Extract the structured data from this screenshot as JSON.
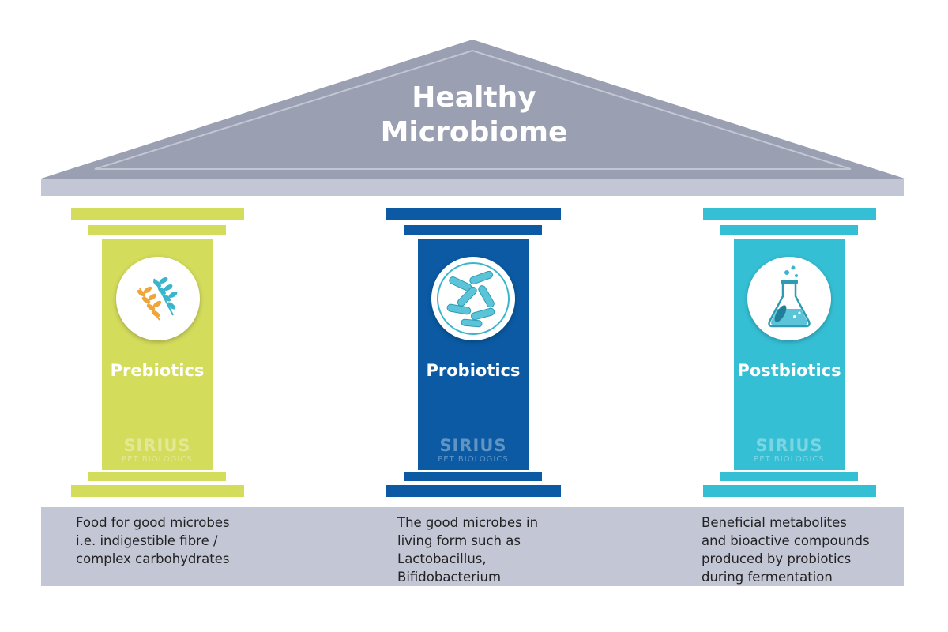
{
  "diagram": {
    "roof": {
      "title_line1": "Healthy",
      "title_line2": "Microbiome"
    },
    "pillars": [
      {
        "name": "Prebiotics",
        "icon": "wheat-icon",
        "description": [
          "Food for good microbes",
          "i.e. indigestible fibre /",
          "complex carbohydrates"
        ]
      },
      {
        "name": "Probiotics",
        "icon": "bacteria-dish-icon",
        "description": [
          "The good microbes in",
          "living form such as",
          "Lactobacillus,",
          "Bifidobacterium"
        ]
      },
      {
        "name": "Postbiotics",
        "icon": "flask-icon",
        "description": [
          "Beneficial metabolites",
          "and bioactive compounds",
          "produced by probiotics",
          "during fermentation"
        ]
      }
    ],
    "watermark": {
      "name": "SIRIUS",
      "subtitle": "PET BIOLOGICS"
    },
    "colors": {
      "roof": "#9a9fb1",
      "beam": "#c3c6d4",
      "prebiotics": "#d4dc5c",
      "probiotics": "#0b5aa3",
      "postbiotics": "#35bfd4",
      "wheat_orange": "#f0a53a",
      "wheat_teal": "#3bb5cc"
    }
  }
}
